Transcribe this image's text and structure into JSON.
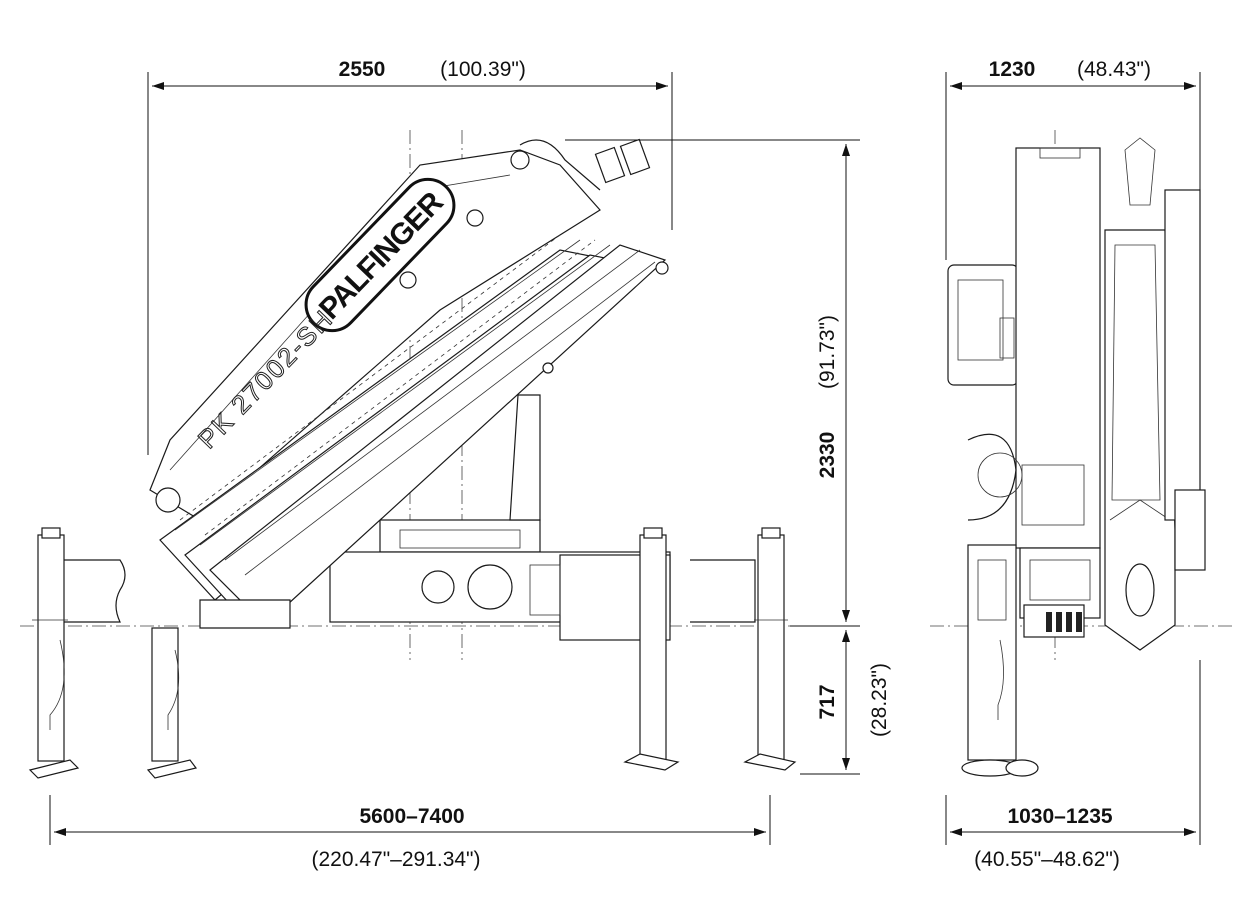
{
  "drawing": {
    "brand_logo": "PALFINGER",
    "model_label": "PK 27002-SH"
  },
  "dimensions": {
    "side_width": {
      "metric": "2550",
      "imperial": "(100.39\")"
    },
    "side_height": {
      "metric": "2330",
      "imperial": "(91.73\")"
    },
    "below_ground": {
      "metric": "717",
      "imperial": "(28.23\")"
    },
    "outrigger_span": {
      "metric": "5600–7400",
      "imperial": "(220.47\"–291.34\")"
    },
    "rear_width": {
      "metric": "1230",
      "imperial": "(48.43\")"
    },
    "rear_base": {
      "metric": "1030–1235",
      "imperial": "(40.55\"–48.62\")"
    }
  }
}
